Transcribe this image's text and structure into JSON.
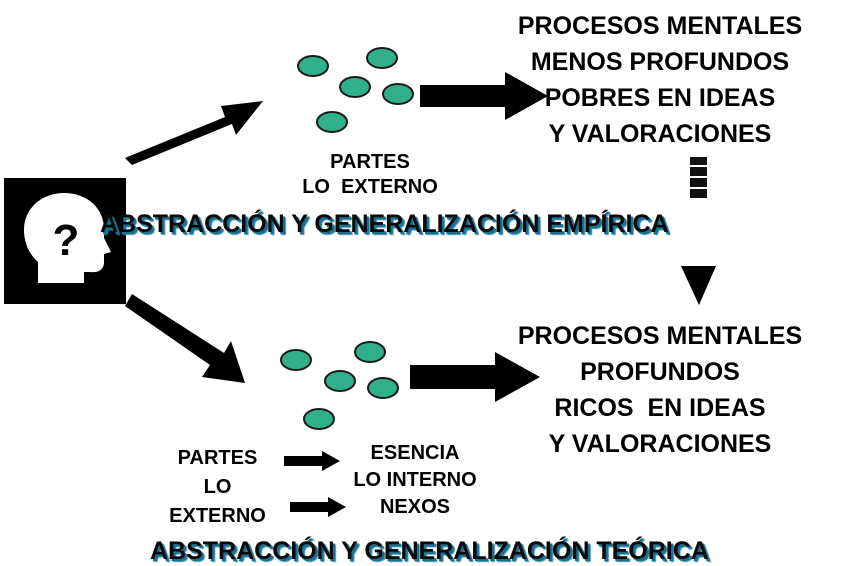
{
  "empirica": {
    "result_lines": [
      "PROCESOS MENTALES",
      "MENOS PROFUNDOS",
      "POBRES EN IDEAS",
      "Y VALORACIONES"
    ],
    "parts_lines": [
      "PARTES",
      "LO  EXTERNO"
    ],
    "heading": "ABSTRACCIÓN Y GENERALIZACIÓN EMPÍRICA"
  },
  "teorica": {
    "result_lines": [
      "PROCESOS MENTALES",
      "PROFUNDOS",
      "RICOS  EN IDEAS",
      "Y VALORACIONES"
    ],
    "parts_lines": [
      "PARTES",
      "LO",
      "EXTERNO"
    ],
    "essence_lines": [
      "ESENCIA",
      "LO INTERNO",
      "NEXOS"
    ],
    "heading": "ABSTRACCIÓN Y GENERALIZACIÓN TEÓRICA"
  },
  "head_icon": {
    "name": "head-question-icon",
    "symbol": "?"
  },
  "colors": {
    "dot_fill": "#2fb08a",
    "dot_stroke": "#1a1a1a",
    "arrow": "#000000",
    "heading_shadow": "#2a8ab0"
  }
}
